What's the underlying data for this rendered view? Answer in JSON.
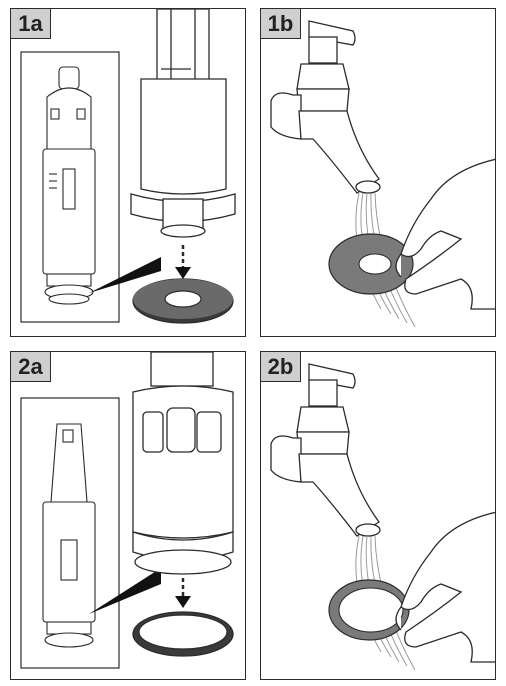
{
  "panels": [
    {
      "id": "1a",
      "label": "1a"
    },
    {
      "id": "1b",
      "label": "1b"
    },
    {
      "id": "2a",
      "label": "2a"
    },
    {
      "id": "2b",
      "label": "2b"
    }
  ],
  "colors": {
    "line": "#2b2b2b",
    "label_bg": "#cfcfcf",
    "seal": "#3a3a3a",
    "seal_inner": "#8a8a8a",
    "water": "#9a9a9a"
  }
}
